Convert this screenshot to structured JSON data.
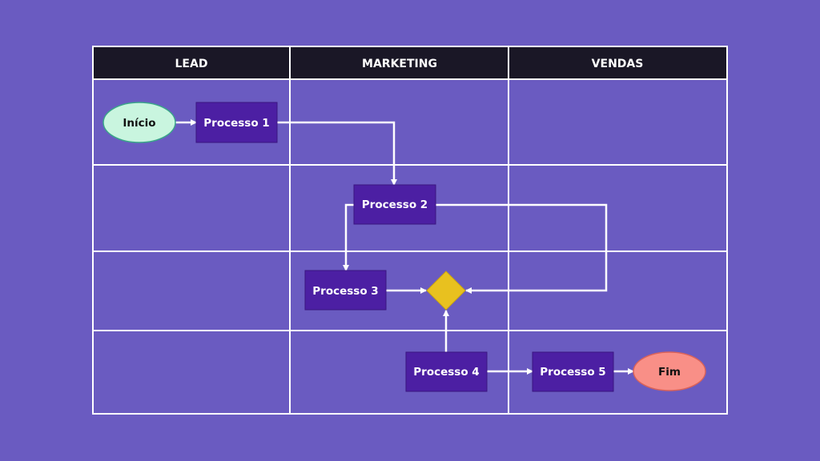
{
  "lanes": [
    {
      "label": "LEAD"
    },
    {
      "label": "MARKETING"
    },
    {
      "label": "VENDAS"
    }
  ],
  "nodes": {
    "start": {
      "label": "Início",
      "shape": "ellipse"
    },
    "p1": {
      "label": "Processo 1",
      "shape": "rect"
    },
    "p2": {
      "label": "Processo 2",
      "shape": "rect"
    },
    "p3": {
      "label": "Processo 3",
      "shape": "rect"
    },
    "decision": {
      "label": "",
      "shape": "diamond"
    },
    "p4": {
      "label": "Processo 4",
      "shape": "rect"
    },
    "p5": {
      "label": "Processo 5",
      "shape": "rect"
    },
    "end": {
      "label": "Fim",
      "shape": "ellipse"
    }
  },
  "edges": [
    [
      "start",
      "p1"
    ],
    [
      "p1",
      "p2"
    ],
    [
      "p2",
      "p3"
    ],
    [
      "p2",
      "decision"
    ],
    [
      "p3",
      "decision"
    ],
    [
      "p4",
      "decision"
    ],
    [
      "p4",
      "p5"
    ],
    [
      "p5",
      "end"
    ]
  ],
  "colors": {
    "background": "#6a5bc1",
    "header": "#1a1726",
    "process": "#4c1fa3",
    "start": "#c9f5df",
    "end": "#f98f87",
    "decision": "#e8c11f"
  }
}
